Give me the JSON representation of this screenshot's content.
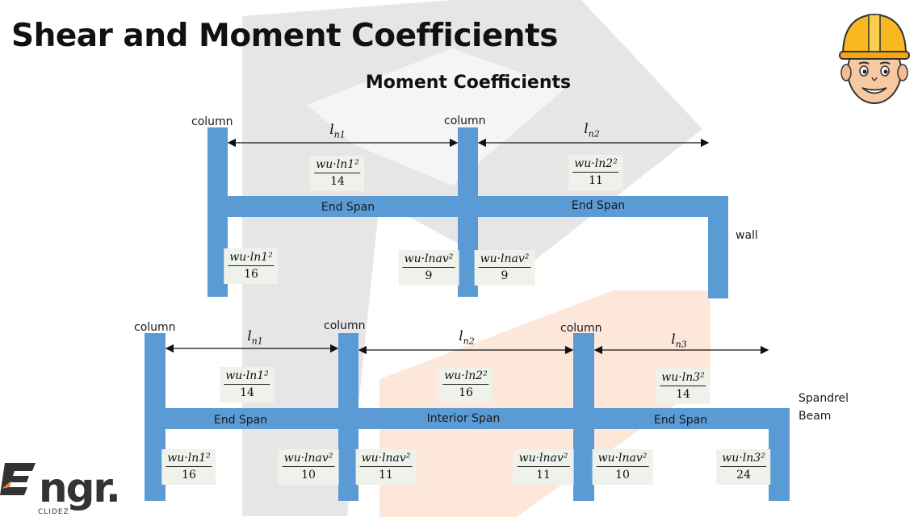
{
  "header": {
    "title": "Shear and Moment Coefficients",
    "subtitle": "Moment Coefficients"
  },
  "colors": {
    "beam": "#5b9bd5",
    "watermark_gray": "#d9d9d9",
    "watermark_orange": "#fbe1cf"
  },
  "icons": [
    "engineer-mascot-icon",
    "engr-logo"
  ],
  "top_frame": {
    "labels": {
      "column_1": "column",
      "column_2": "column",
      "wall": "wall",
      "span_1": "End Span",
      "span_2": "End Span"
    },
    "lengths": {
      "ln1": {
        "base": "l",
        "sub": "n1"
      },
      "ln2": {
        "base": "l",
        "sub": "n2"
      }
    },
    "coefficients": {
      "pos_span1": {
        "num": "wu·ln1²",
        "den": "14"
      },
      "pos_span2": {
        "num": "wu·ln2²",
        "den": "11"
      },
      "neg_ext_col": {
        "num": "wu·ln1²",
        "den": "16"
      },
      "neg_int_left": {
        "num": "wu·lnav²",
        "den": "9"
      },
      "neg_int_right": {
        "num": "wu·lnav²",
        "den": "9"
      }
    }
  },
  "bottom_frame": {
    "labels": {
      "column_1": "column",
      "column_2": "column",
      "column_3": "column",
      "spandrel_1": "Spandrel",
      "spandrel_2": "Beam",
      "span_1": "End Span",
      "span_2": "Interior Span",
      "span_3": "End Span"
    },
    "lengths": {
      "ln1": {
        "base": "l",
        "sub": "n1"
      },
      "ln2": {
        "base": "l",
        "sub": "n2"
      },
      "ln3": {
        "base": "l",
        "sub": "n3"
      }
    },
    "coefficients": {
      "pos_span1": {
        "num": "wu·ln1²",
        "den": "14"
      },
      "pos_span2": {
        "num": "wu·ln2²",
        "den": "16"
      },
      "pos_span3": {
        "num": "wu·ln3²",
        "den": "14"
      },
      "neg_ext_left": {
        "num": "wu·ln1²",
        "den": "16"
      },
      "neg_col2_left": {
        "num": "wu·lnav²",
        "den": "10"
      },
      "neg_col2_right": {
        "num": "wu·lnav²",
        "den": "11"
      },
      "neg_col3_left": {
        "num": "wu·lnav²",
        "den": "11"
      },
      "neg_col3_right": {
        "num": "wu·lnav²",
        "den": "10"
      },
      "neg_ext_right": {
        "num": "wu·ln3²",
        "den": "24"
      }
    }
  },
  "logo": {
    "e": "E",
    "rest": "ngr.",
    "sub": "CLIDEZ"
  }
}
